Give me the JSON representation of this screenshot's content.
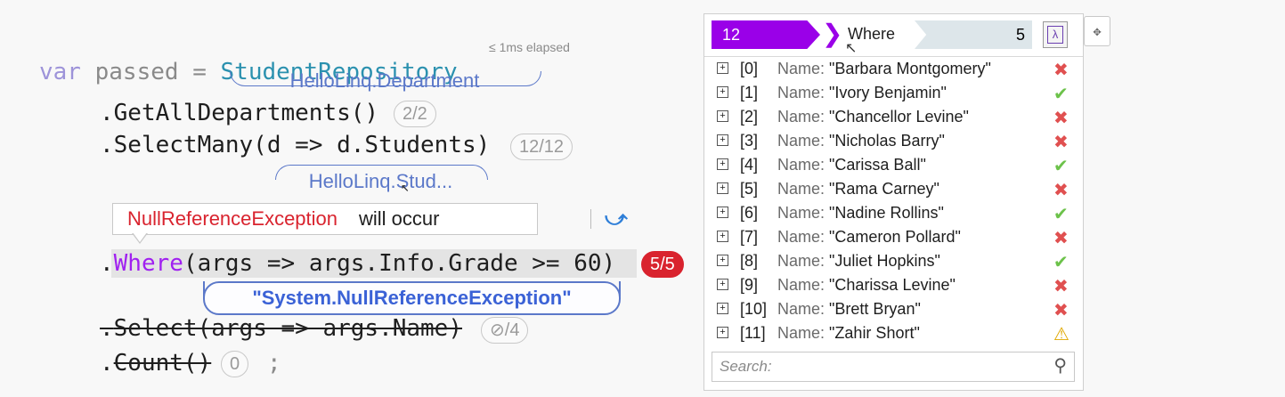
{
  "code": {
    "line1_kw": "var",
    "line1_var": "passed",
    "line1_eq": "=",
    "line1_cls": "StudentRepository",
    "line1_elapsed": "≤ 1ms elapsed",
    "line1_type": "HelloLinq.Department",
    "line2": ".GetAllDepartments()",
    "line2_badge": "2/2",
    "line3": ".SelectMany(d => d.Students)",
    "line3_badge": "12/12",
    "line3_type": "HelloLinq.Stud...",
    "line4_dot": ".",
    "line4_where": "Where",
    "line4_rest": "(args => args.Info.Grade >= 60)",
    "line4_badge": "5/5",
    "line4_exc": "\"System.NullReferenceException\"",
    "line5_dot": ".",
    "line5_rest": "Select(args => args.Name)",
    "line5_badge": "⊘/4",
    "line6_dot": ".",
    "line6_rest": "Count()",
    "line6_badge": "0",
    "line6_semi": ";"
  },
  "tooltip": {
    "exception": "NullReferenceException",
    "message": "will occur"
  },
  "panel": {
    "count_left": "12",
    "step_label": "Where",
    "count_right": "5",
    "search_placeholder": "Search:",
    "rows": [
      {
        "index": "[0]",
        "label": "Name:",
        "value": "\"Barbara Montgomery\"",
        "status": "fail"
      },
      {
        "index": "[1]",
        "label": "Name:",
        "value": "\"Ivory Benjamin\"",
        "status": "pass"
      },
      {
        "index": "[2]",
        "label": "Name:",
        "value": "\"Chancellor Levine\"",
        "status": "fail"
      },
      {
        "index": "[3]",
        "label": "Name:",
        "value": "\"Nicholas Barry\"",
        "status": "fail"
      },
      {
        "index": "[4]",
        "label": "Name:",
        "value": "\"Carissa Ball\"",
        "status": "pass"
      },
      {
        "index": "[5]",
        "label": "Name:",
        "value": "\"Rama Carney\"",
        "status": "fail"
      },
      {
        "index": "[6]",
        "label": "Name:",
        "value": "\"Nadine Rollins\"",
        "status": "pass"
      },
      {
        "index": "[7]",
        "label": "Name:",
        "value": "\"Cameron Pollard\"",
        "status": "fail"
      },
      {
        "index": "[8]",
        "label": "Name:",
        "value": "\"Juliet Hopkins\"",
        "status": "pass"
      },
      {
        "index": "[9]",
        "label": "Name:",
        "value": "\"Charissa Levine\"",
        "status": "fail"
      },
      {
        "index": "[10]",
        "label": "Name:",
        "value": "\"Brett Bryan\"",
        "status": "fail"
      },
      {
        "index": "[11]",
        "label": "Name:",
        "value": "\"Zahir Short\"",
        "status": "warning"
      }
    ]
  },
  "colors": {
    "accent_purple": "#9a00e8",
    "error_red": "#d9232e",
    "type_blue": "#5b78c9",
    "pass_green": "#6cc24a",
    "warn_yellow": "#e0a800"
  }
}
